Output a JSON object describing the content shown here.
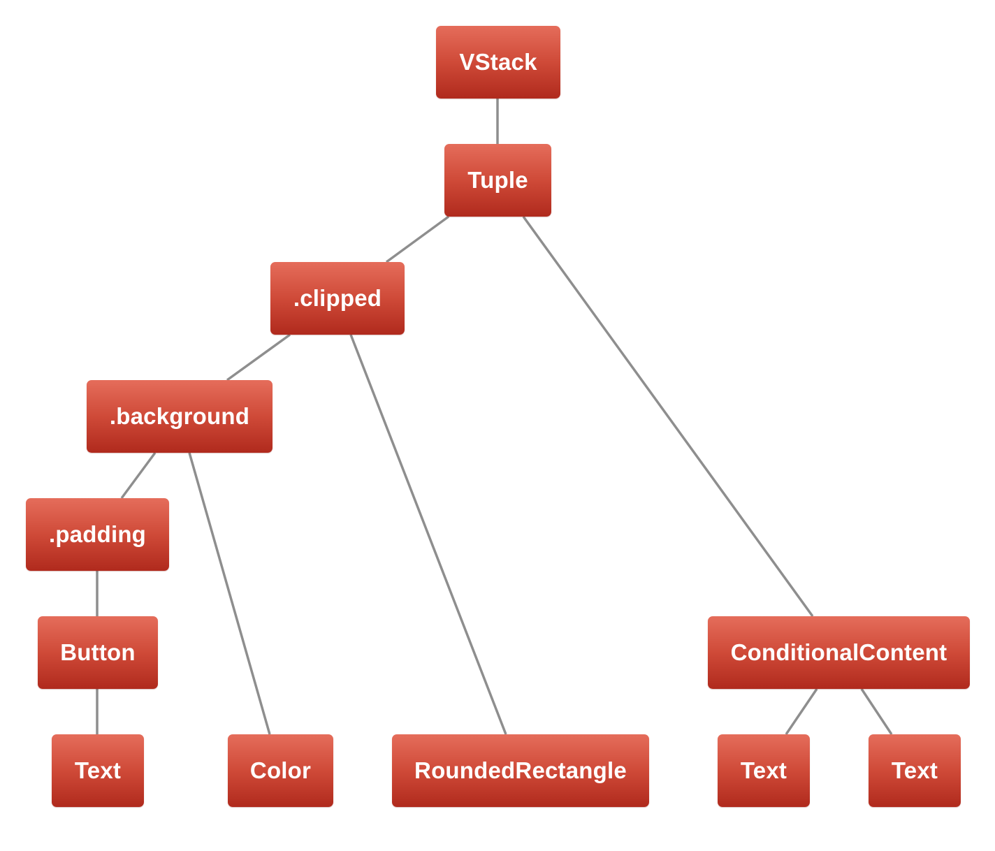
{
  "nodes": {
    "vstack": "VStack",
    "tuple": "Tuple",
    "clipped": ".clipped",
    "background": ".background",
    "padding": ".padding",
    "button": "Button",
    "text_button": "Text",
    "color": "Color",
    "rounded_rectangle": "RoundedRectangle",
    "conditional_content": "ConditionalContent",
    "text_conditional_1": "Text",
    "text_conditional_2": "Text"
  },
  "edges": [
    [
      "vstack",
      "tuple"
    ],
    [
      "tuple",
      "clipped"
    ],
    [
      "tuple",
      "conditional_content"
    ],
    [
      "clipped",
      "background"
    ],
    [
      "clipped",
      "rounded_rectangle"
    ],
    [
      "background",
      "padding"
    ],
    [
      "background",
      "color"
    ],
    [
      "padding",
      "button"
    ],
    [
      "button",
      "text_button"
    ],
    [
      "conditional_content",
      "text_conditional_1"
    ],
    [
      "conditional_content",
      "text_conditional_2"
    ]
  ],
  "colors": {
    "node_top": "#e56d5b",
    "node_bottom": "#b02a1d",
    "node_text": "#ffffff",
    "edge": "#8e8e8e"
  }
}
